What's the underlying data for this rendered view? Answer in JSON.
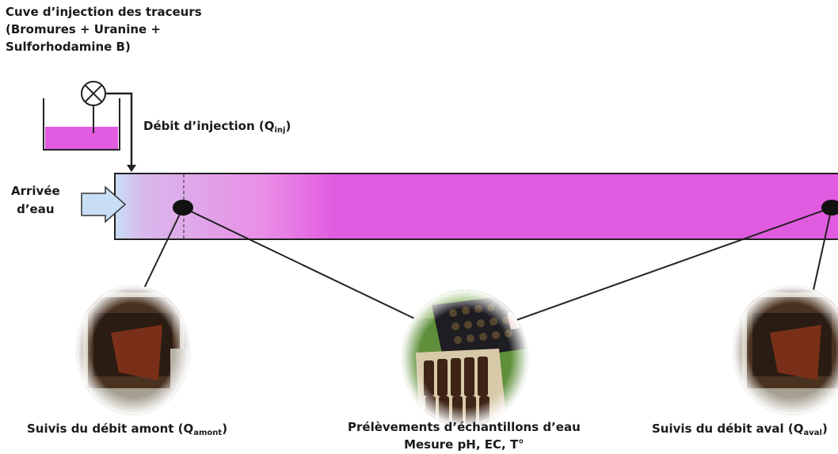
{
  "title": {
    "line1": "Cuve d’injection des traceurs",
    "line2": "(Bromures + Uranine +",
    "line3": "Sulforhodamine B)"
  },
  "injection_flow": {
    "label": "Débit d’injection (Q",
    "sub": "inj",
    "close": ")"
  },
  "water_inlet": {
    "line1": "Arrivée",
    "line2": "d’eau"
  },
  "upstream_caption": {
    "label": "Suivis du débit amont (Q",
    "sub": "amont",
    "close": ")"
  },
  "sampling_caption": {
    "line1": "Prélèvements d’échantillons d’eau",
    "line2": "Mesure pH, EC, T°"
  },
  "downstream_caption": {
    "label": "Suivis du débit aval (Q",
    "sub": "aval",
    "close": ")"
  },
  "colors": {
    "tracer": "#e15be0",
    "water": "#c8def5",
    "channel_border": "#222222"
  }
}
